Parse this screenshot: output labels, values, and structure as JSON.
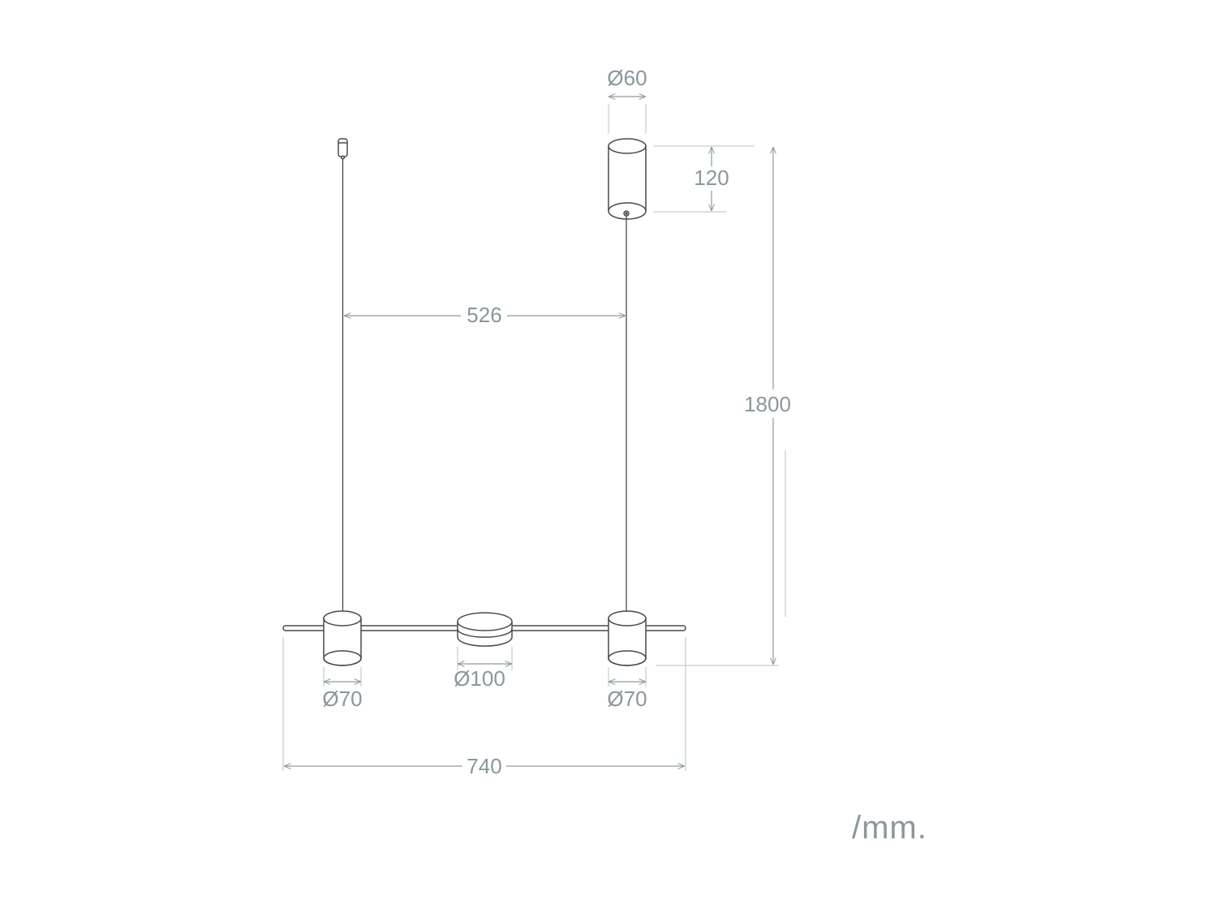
{
  "drawing": {
    "dimensions": {
      "canopy_diameter": "Ø60",
      "canopy_height": "120",
      "cable_spacing": "526",
      "overall_height": "1800",
      "left_spot_diameter": "Ø70",
      "center_disc_diameter": "Ø100",
      "right_spot_diameter": "Ø70",
      "overall_length": "740"
    },
    "units_label": "/mm."
  },
  "colors": {
    "dimension": "#8a979d",
    "object_line": "#4a4a4a"
  }
}
